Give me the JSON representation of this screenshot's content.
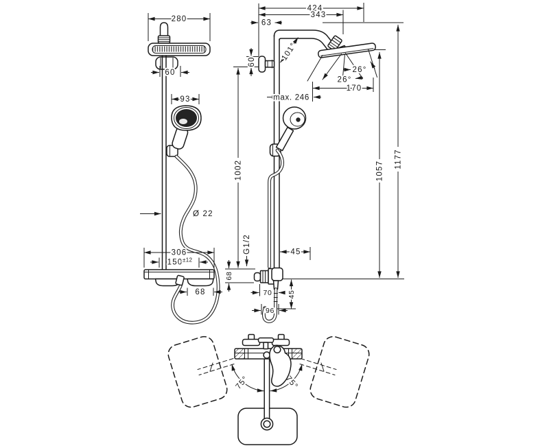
{
  "colors": {
    "line": "#1b1b1b",
    "background": "#ffffff",
    "spray_face": "#242424"
  },
  "dims": {
    "overhead_width": "280",
    "collar_width": "60",
    "handshower_width": "93",
    "rod_diameter": "Ø 22",
    "valve_width": "306",
    "connection_center": "150",
    "connection_tolerance": "±12",
    "handle_spacing": "68",
    "arm_projection_total": "424",
    "arm_projection": "343",
    "wall_clearance": "63",
    "bracket_height": "60",
    "arm_angle": "101°",
    "spray_angle_a": "26°",
    "spray_angle_b": "26°",
    "spray_diameter": "170",
    "max_projection": "max. 246",
    "rod_length": "1002",
    "height_to_head": "1057",
    "total_height": "1177",
    "connection_thread": "G1/2",
    "offset_upper": "45",
    "valve_depth": "70",
    "offset_lower": "45",
    "hose_clearance": "96",
    "valve_height": "68",
    "swivel_left": "75°",
    "swivel_right": "75°"
  }
}
